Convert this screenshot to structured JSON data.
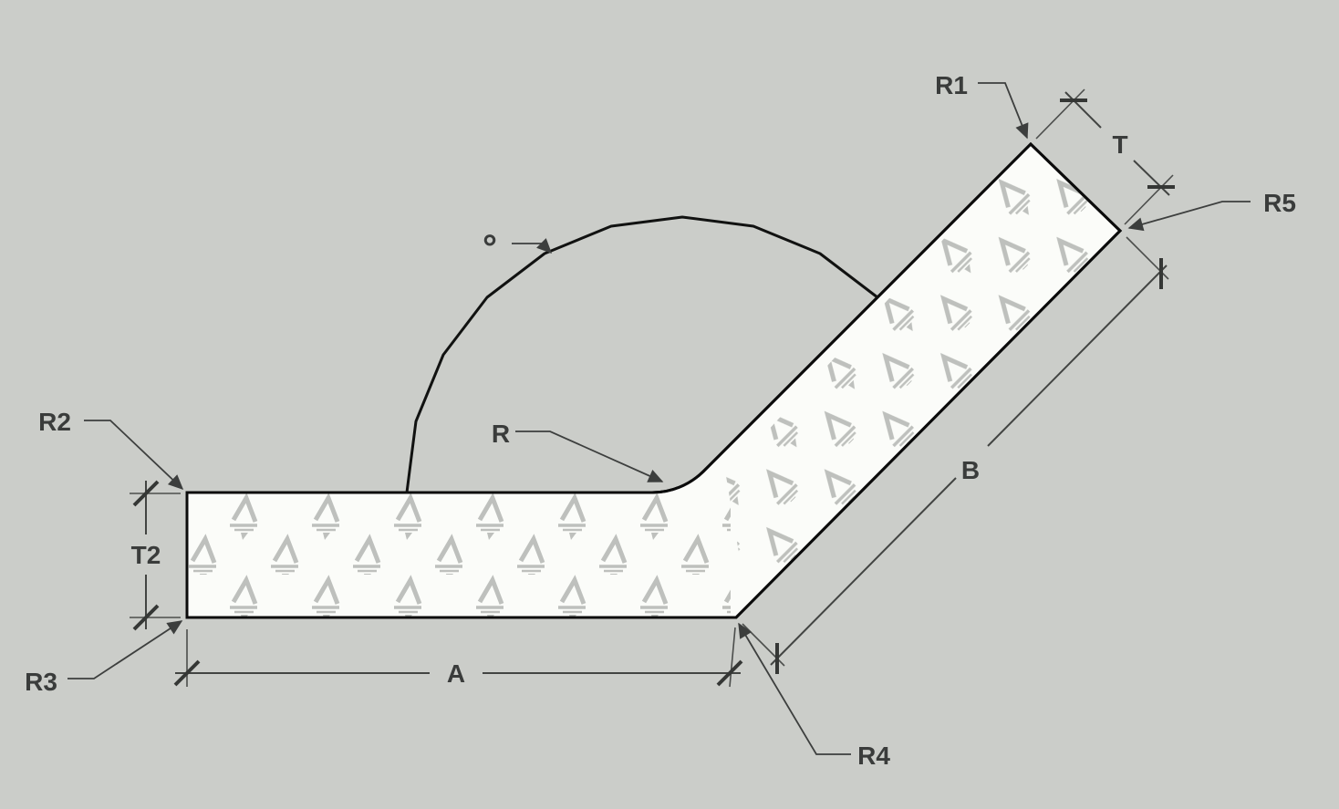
{
  "drawing": {
    "description": "Dimensioned profile drawing of a bent angle bar (horizontal leg joined to a 45-degree leg with inner bend radius)",
    "colors": {
      "background": "#cbcdc9",
      "shape_fill": "#fbfcf9",
      "shape_outline": "#0b0b0b",
      "dimension_lines": "#424442",
      "label_text": "#3a3c3b",
      "watermark": "#b3b6b2"
    },
    "labels": {
      "r1": "R1",
      "r2": "R2",
      "r3": "R3",
      "r4": "R4",
      "r5": "R5",
      "t": "T",
      "t2": "T2",
      "a": "A",
      "b": "B",
      "r": "R",
      "degree": "°"
    }
  }
}
